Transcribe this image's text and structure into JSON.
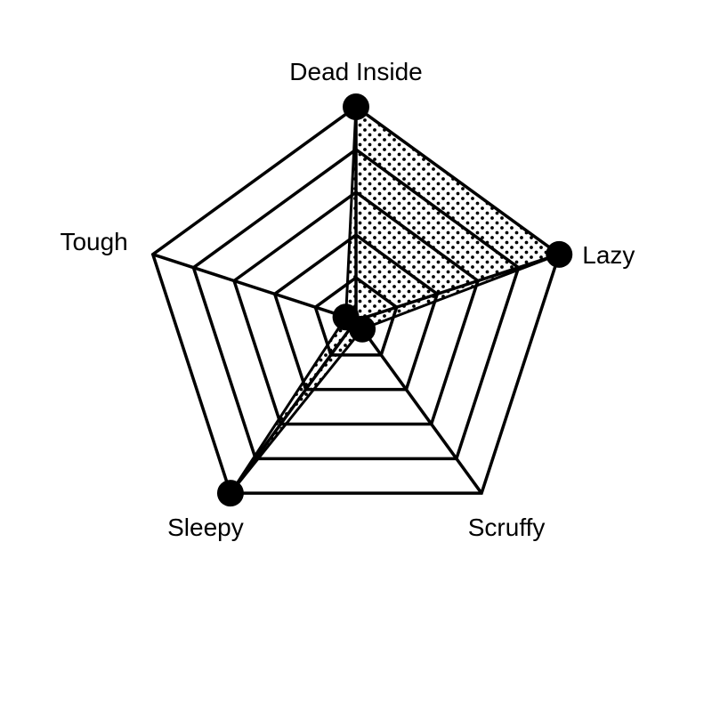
{
  "chart_data": {
    "type": "radar",
    "axes": [
      "Dead Inside",
      "Lazy",
      "Scruffy",
      "Sleepy",
      "Tough"
    ],
    "values": [
      1.0,
      1.0,
      0.0,
      1.0,
      0.0
    ],
    "range": [
      0,
      1
    ],
    "grid_levels": 5,
    "grid": true,
    "legend": "none",
    "fill_pattern": "dots",
    "colors": {
      "line": "#000000",
      "fill_dot": "#000000",
      "background": "#ffffff"
    }
  }
}
